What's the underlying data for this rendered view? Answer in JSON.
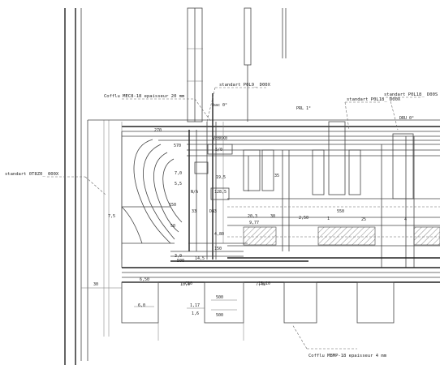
{
  "drawing": {
    "callouts": {
      "coffle_top": "Cofflu MEC8-18 epaisseur 20 mm",
      "standard_top_mid": "standart P0L9_ D00X",
      "standard_right1": "standart P0L18_ D00X",
      "standard_right2": "standart P0L18_ D00S",
      "standard_left": "standart 0T8Z0_ 000X",
      "coffle_bottom": "Cofflu MBMP-18 epaisseur 4 mm",
      "tag_top_center": "bac 0°",
      "tag_top_right_small": "PRL 1°",
      "tag_right": "DRU 0°"
    },
    "dimensions": [
      "270",
      "VEB0X0",
      "5/0",
      "570",
      "5,5",
      "7,0",
      "150",
      "19,5",
      "128,5",
      "DN3",
      "33",
      "50",
      "4,80",
      "20,3",
      "9,77",
      "30",
      "35",
      "1",
      "550",
      "25",
      "4",
      "7,5",
      "150",
      "3,0",
      "14,5",
      "6,50",
      "10,0",
      "7,40",
      "500",
      "1,17",
      "500",
      "1,6",
      "30",
      "6,0",
      "500",
      "2,50",
      "N/A",
      "C10",
      "15,10"
    ]
  }
}
